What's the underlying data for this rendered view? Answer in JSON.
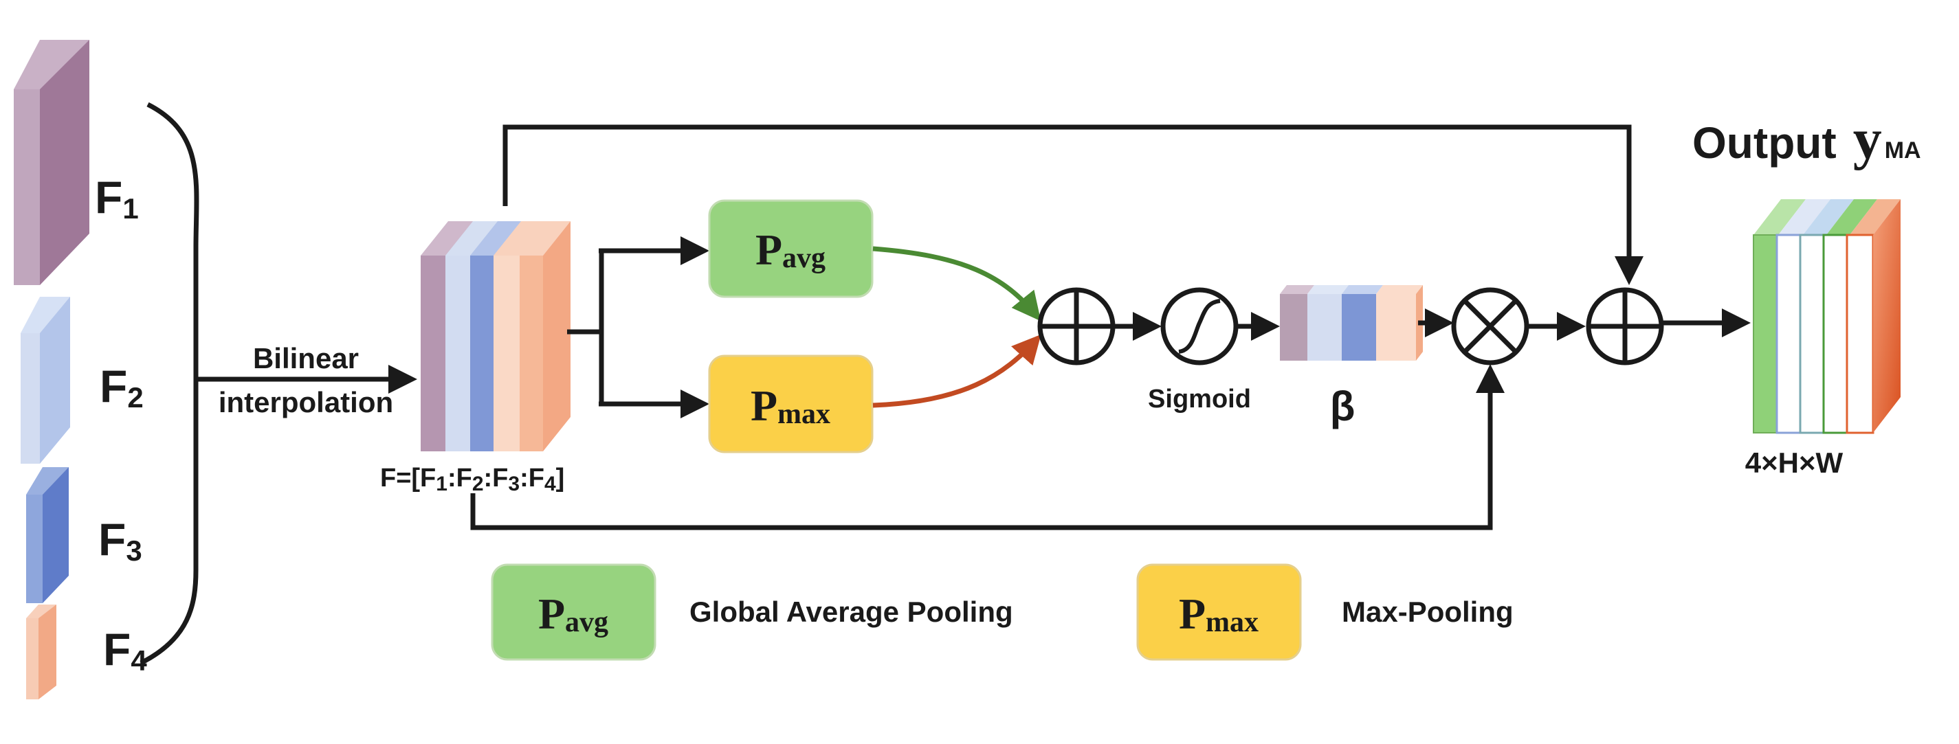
{
  "features": [
    {
      "letter": "F",
      "index": "1"
    },
    {
      "letter": "F",
      "index": "2"
    },
    {
      "letter": "F",
      "index": "3"
    },
    {
      "letter": "F",
      "index": "4"
    }
  ],
  "interp_label_1": "Bilinear",
  "interp_label_2": "interpolation",
  "concat_label": {
    "prefix": "F=[F",
    "i1": "1",
    "sep1": ":F",
    "i2": "2",
    "sep2": ":F",
    "i3": "3",
    "sep3": ":F",
    "i4": "4",
    "suffix": "]"
  },
  "pavg": {
    "main": "P",
    "sub": "avg"
  },
  "pmax": {
    "main": "P",
    "sub": "max"
  },
  "sigmoid_label": "Sigmoid",
  "beta_label": "β",
  "output_title": {
    "text": "Output",
    "symbol": "y",
    "sub": "MA"
  },
  "output_dims": "4×H×W",
  "legend": [
    {
      "main": "P",
      "sub": "avg",
      "desc": "Global Average Pooling"
    },
    {
      "main": "P",
      "sub": "max",
      "desc": "Max-Pooling"
    }
  ],
  "colors": {
    "f1": "#a47c9b",
    "f2": "#b7c8ea",
    "f3": "#6a86cf",
    "f4": "#f5b190",
    "pavg_fill": "#97d37f",
    "pmax_fill": "#fbd048",
    "green_arrow": "#4a8a33",
    "red_arrow": "#c24a21",
    "out_green": "#8fd178",
    "out_orange": "#e0612f"
  }
}
